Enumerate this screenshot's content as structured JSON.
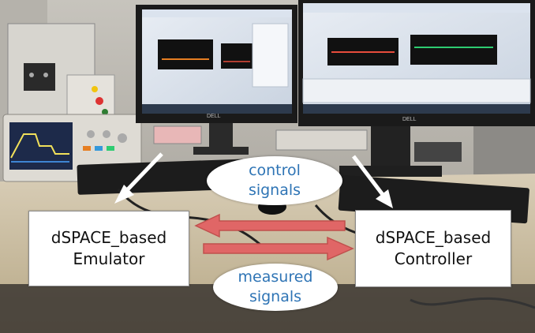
{
  "photo": {
    "description_icon": "lab-bench-photo",
    "monitor_left_brand": "DELL",
    "monitor_right_brand": "DELL"
  },
  "labels": {
    "emulator_line1": "dSPACE_based",
    "emulator_line2": "Emulator",
    "controller_line1": "dSPACE_based",
    "controller_line2": "Controller",
    "control_line1": "control",
    "control_line2": "signals",
    "measured_line1": "measured",
    "measured_line2": "signals"
  },
  "colors": {
    "label_text": "#2E74B5",
    "arrow_fill": "#E06666",
    "arrow_stroke": "#C0504D",
    "pointer_arrow": "#ffffff",
    "box_text": "#111111"
  }
}
